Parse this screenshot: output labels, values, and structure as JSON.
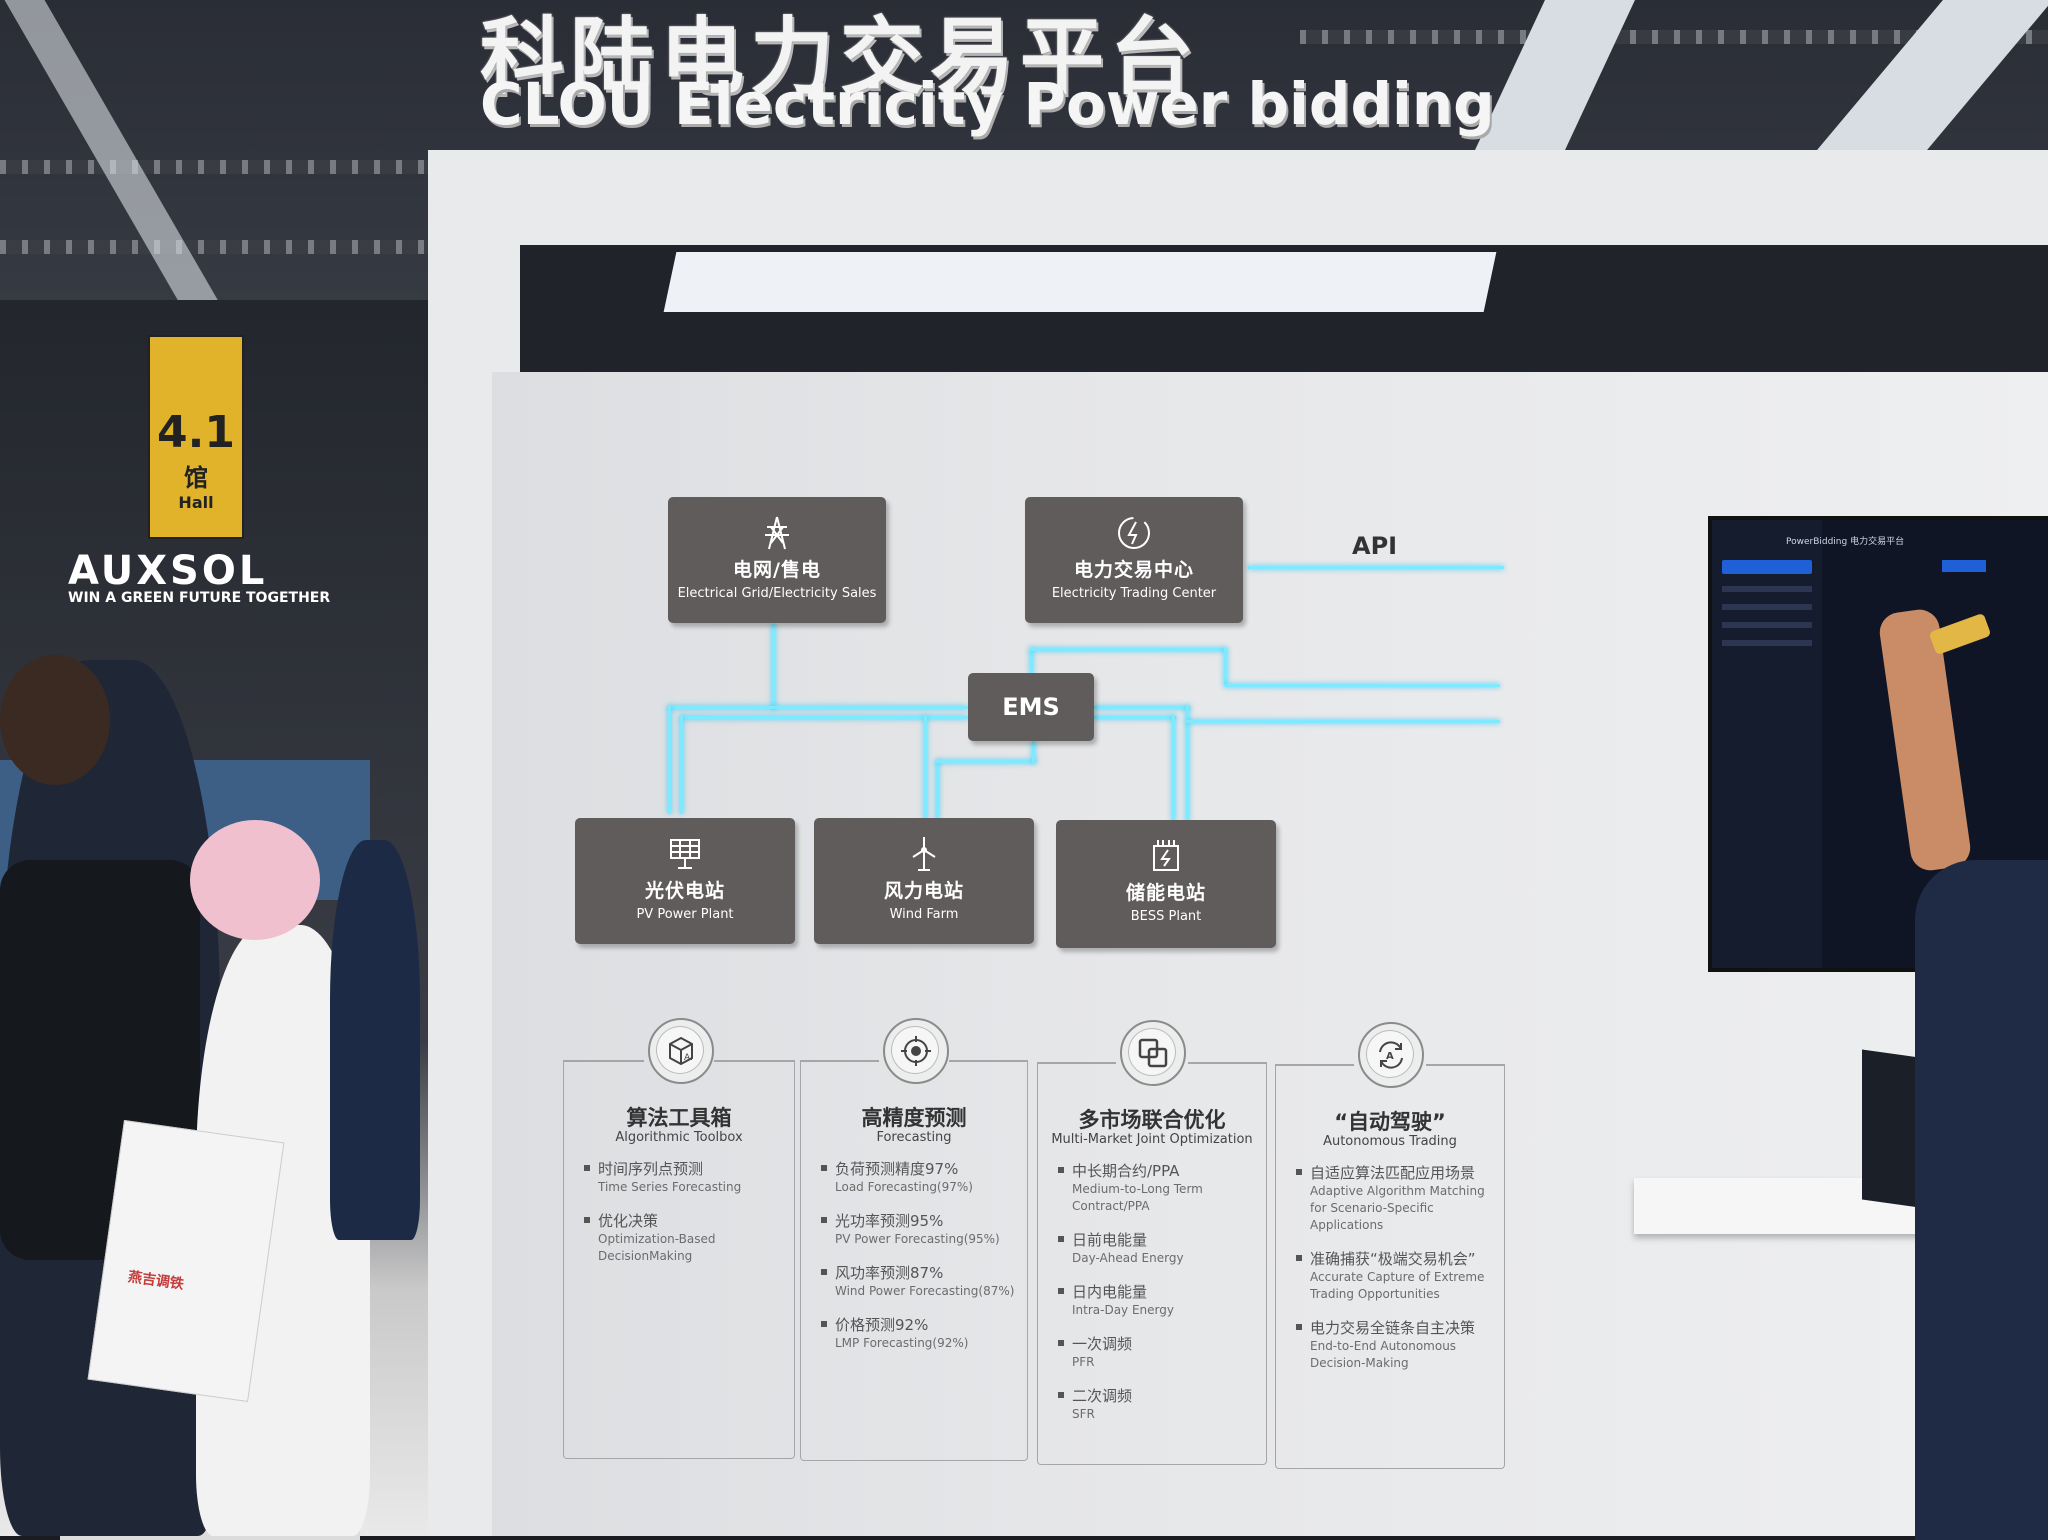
{
  "booth_sign": {
    "title_cn": "科陆电力交易平台",
    "title_en": "CLOU Electricity Power bidding"
  },
  "hall_sign": {
    "number": "4.1",
    "label_cn": "馆",
    "label_en": "Hall"
  },
  "exhibitor": {
    "name": "AUXSOL",
    "tagline": "WIN A GREEN FUTURE TOGETHER"
  },
  "diagram": {
    "api_label": "API",
    "ems_label": "EMS",
    "nodes": [
      {
        "id": "grid",
        "icon": "power-tower-icon",
        "cn": "电网/售电",
        "en": "Electrical Grid/Electricity Sales"
      },
      {
        "id": "trading",
        "icon": "lightning-icon",
        "cn": "电力交易中心",
        "en": "Electricity Trading Center"
      },
      {
        "id": "pv",
        "icon": "solar-panel-icon",
        "cn": "光伏电站",
        "en": "PV Power Plant"
      },
      {
        "id": "wind",
        "icon": "wind-turbine-icon",
        "cn": "风力电站",
        "en": "Wind Farm"
      },
      {
        "id": "bess",
        "icon": "battery-icon",
        "cn": "储能电站",
        "en": "BESS Plant"
      }
    ]
  },
  "panels": [
    {
      "icon": "ai-cube-icon",
      "title": "算法工具箱",
      "subtitle": "Algorithmic Toolbox",
      "items": [
        {
          "cn": "时间序列点预测",
          "en": "Time Series Forecasting"
        },
        {
          "cn": "优化决策",
          "en": "Optimization-Based DecisionMaking"
        }
      ]
    },
    {
      "icon": "target-icon",
      "title": "高精度预测",
      "subtitle": "Forecasting",
      "items": [
        {
          "cn": "负荷预测精度97%",
          "en": "Load Forecasting(97%)"
        },
        {
          "cn": "光功率预测95%",
          "en": "PV Power Forecasting(95%)"
        },
        {
          "cn": "风功率预测87%",
          "en": "Wind Power Forecasting(87%)"
        },
        {
          "cn": "价格预测92%",
          "en": "LMP Forecasting(92%)"
        }
      ]
    },
    {
      "icon": "overlap-squares-icon",
      "title": "多市场联合优化",
      "subtitle": "Multi-Market Joint Optimization",
      "items": [
        {
          "cn": "中长期合约/PPA",
          "en": "Medium-to-Long Term Contract/PPA"
        },
        {
          "cn": "日前电能量",
          "en": "Day-Ahead Energy"
        },
        {
          "cn": "日内电能量",
          "en": "Intra-Day Energy"
        },
        {
          "cn": "一次调频",
          "en": "PFR"
        },
        {
          "cn": "二次调频",
          "en": "SFR"
        }
      ]
    },
    {
      "icon": "auto-cycle-icon",
      "title": "“自动驾驶”",
      "subtitle": "Autonomous Trading",
      "items": [
        {
          "cn": "自适应算法匹配应用场景",
          "en": "Adaptive Algorithm Matching for Scenario-Specific Applications"
        },
        {
          "cn": "准确捕获“极端交易机会”",
          "en": "Accurate Capture of Extreme Trading Opportunities"
        },
        {
          "cn": "电力交易全链条自主决策",
          "en": "End-to-End Autonomous Decision-Making"
        }
      ]
    }
  ],
  "monitor": {
    "app_title": "PowerBidding 电力交易平台"
  },
  "bag": {
    "text": "燕吉调铁"
  }
}
